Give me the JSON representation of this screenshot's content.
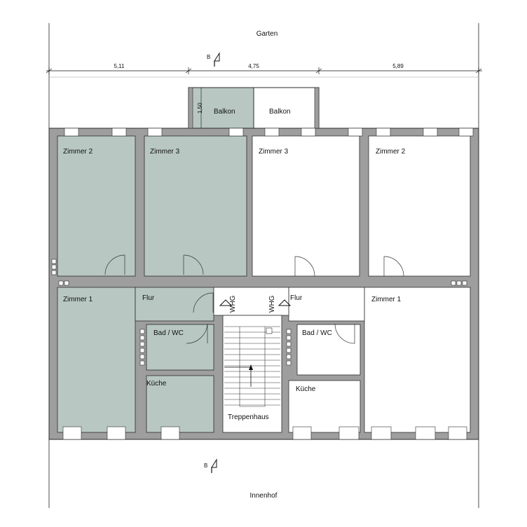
{
  "colors": {
    "wall": "#9e9e9e",
    "wall_edge": "#2b2b2b",
    "apartment_fill": "#b8c7c2",
    "background": "#ffffff",
    "line": "#222222"
  },
  "labels": {
    "garden": "Garten",
    "courtyard": "Innenhof",
    "section_top": "B",
    "section_bottom": "B",
    "stairwell": "Treppenhaus",
    "unit_left": "WHG",
    "unit_right": "WHG"
  },
  "dimensions": {
    "left": "5,11",
    "middle": "4,75",
    "right": "5,89",
    "balcony_depth": "1,50"
  },
  "rooms_left": {
    "zimmer2": "Zimmer 2",
    "zimmer3": "Zimmer 3",
    "zimmer1": "Zimmer 1",
    "flur": "Flur",
    "bad": "Bad / WC",
    "kueche": "Küche",
    "balkon": "Balkon"
  },
  "rooms_right": {
    "zimmer3": "Zimmer 3",
    "zimmer2": "Zimmer 2",
    "zimmer1": "Zimmer 1",
    "flur": "Flur",
    "bad": "Bad / WC",
    "kueche": "Küche",
    "balkon": "Balkon"
  }
}
